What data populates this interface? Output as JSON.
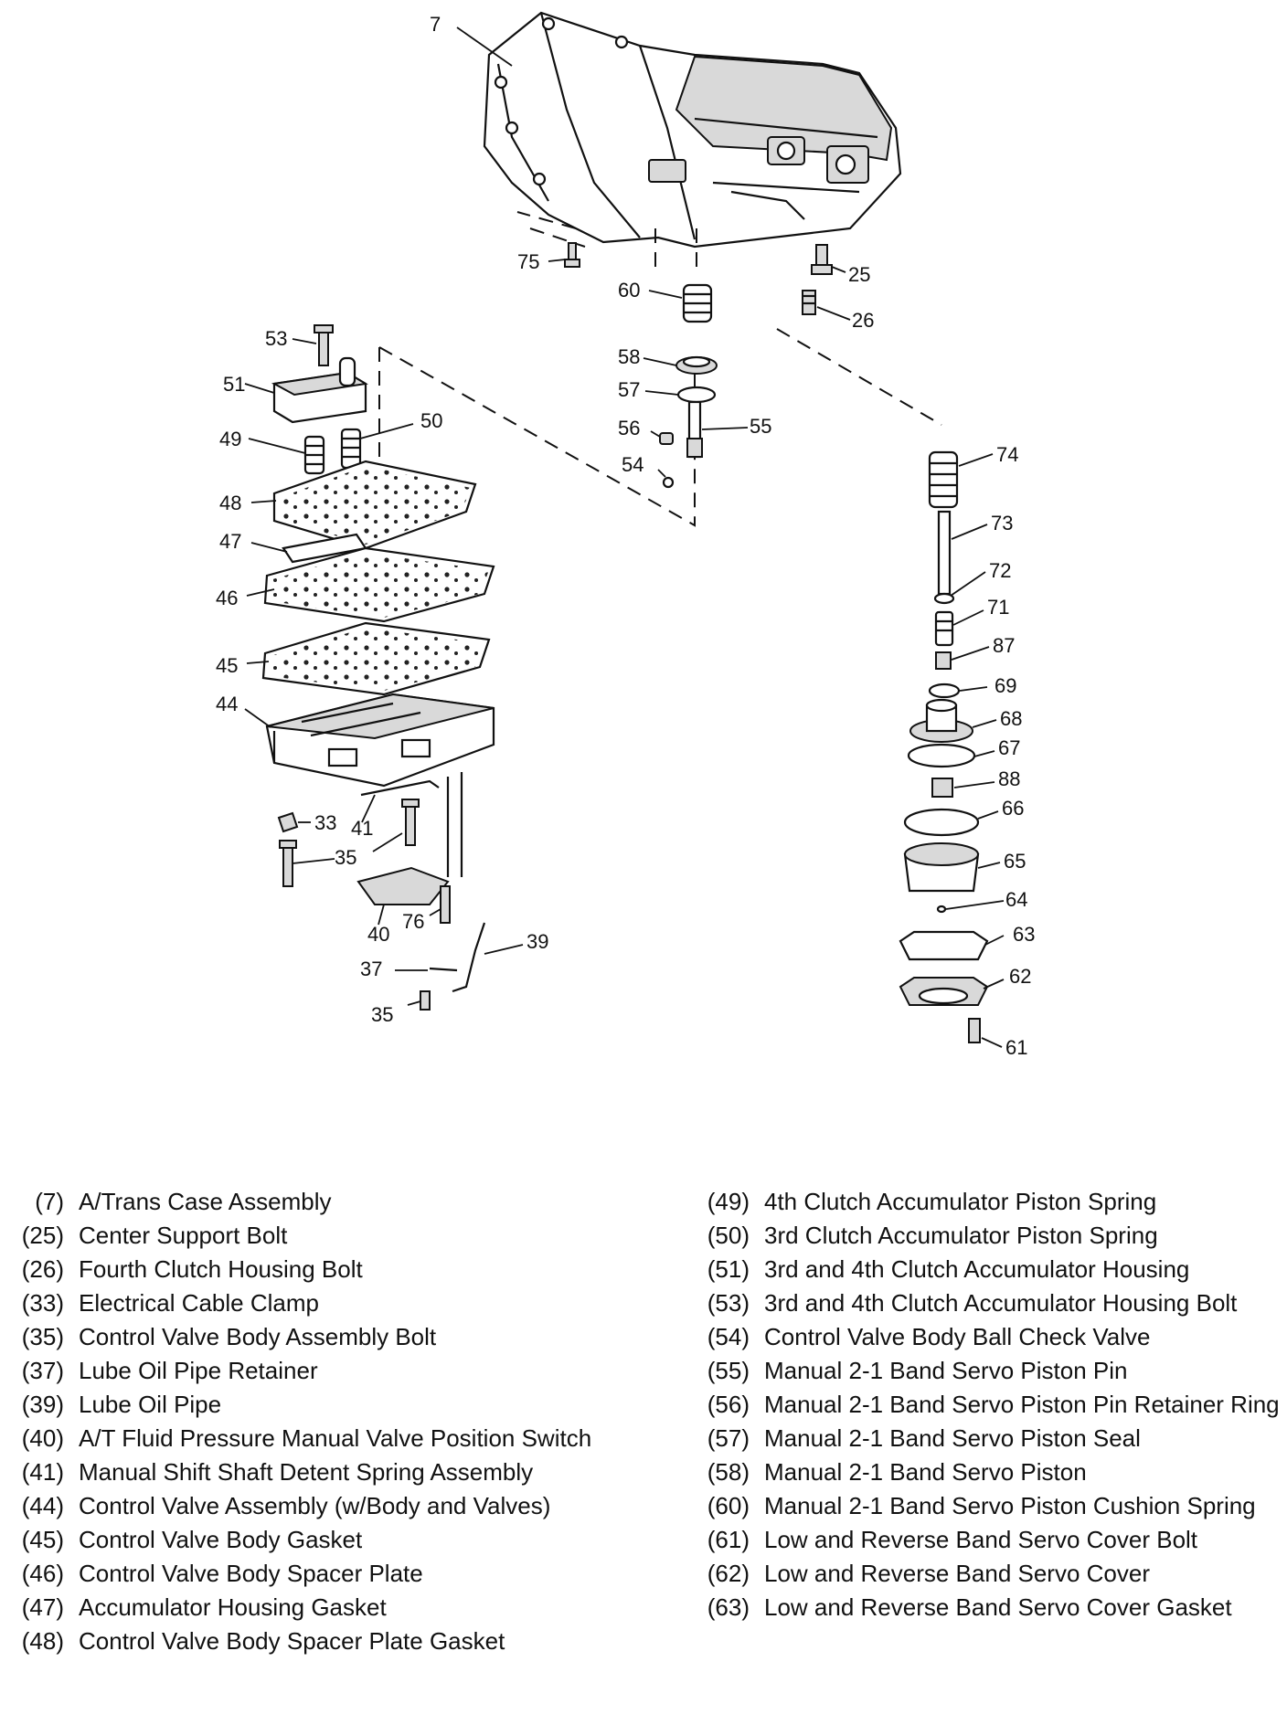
{
  "callouts": {
    "c7": "7",
    "c75": "75",
    "c60": "60",
    "c25": "25",
    "c26": "26",
    "c53": "53",
    "c58": "58",
    "c51": "51",
    "c57": "57",
    "c50": "50",
    "c56": "56",
    "c55": "55",
    "c49": "49",
    "c54": "54",
    "c74": "74",
    "c48": "48",
    "c73": "73",
    "c47": "47",
    "c72": "72",
    "c46": "46",
    "c71": "71",
    "c87": "87",
    "c69": "69",
    "c45": "45",
    "c68": "68",
    "c44": "44",
    "c67": "67",
    "c88": "88",
    "c66": "66",
    "c33": "33",
    "c41": "41",
    "c35a": "35",
    "c65": "65",
    "c64": "64",
    "c40": "40",
    "c76": "76",
    "c63": "63",
    "c39": "39",
    "c37": "37",
    "c62": "62",
    "c35b": "35",
    "c61": "61"
  },
  "legend_left": [
    {
      "num": "(7)",
      "text": "A/Trans Case Assembly"
    },
    {
      "num": "(25)",
      "text": "Center Support Bolt"
    },
    {
      "num": "(26)",
      "text": "Fourth Clutch Housing Bolt"
    },
    {
      "num": "(33)",
      "text": "Electrical Cable Clamp"
    },
    {
      "num": "(35)",
      "text": "Control Valve Body Assembly Bolt"
    },
    {
      "num": "(37)",
      "text": "Lube Oil Pipe Retainer"
    },
    {
      "num": "(39)",
      "text": "Lube Oil Pipe"
    },
    {
      "num": "(40)",
      "text": "A/T Fluid Pressure Manual Valve Position Switch"
    },
    {
      "num": "(41)",
      "text": "Manual Shift Shaft Detent Spring Assembly"
    },
    {
      "num": "(44)",
      "text": "Control Valve Assembly (w/Body and Valves)"
    },
    {
      "num": "(45)",
      "text": "Control Valve Body Gasket"
    },
    {
      "num": "(46)",
      "text": "Control Valve Body Spacer Plate"
    },
    {
      "num": "(47)",
      "text": "Accumulator Housing Gasket"
    },
    {
      "num": "(48)",
      "text": "Control Valve Body Spacer Plate Gasket"
    }
  ],
  "legend_right": [
    {
      "num": "(49)",
      "text": "4th Clutch Accumulator Piston Spring"
    },
    {
      "num": "(50)",
      "text": "3rd Clutch Accumulator Piston Spring"
    },
    {
      "num": "(51)",
      "text": "3rd and 4th Clutch Accumulator Housing"
    },
    {
      "num": "(53)",
      "text": "3rd and 4th Clutch Accumulator Housing Bolt"
    },
    {
      "num": "(54)",
      "text": "Control Valve Body Ball Check Valve"
    },
    {
      "num": "(55)",
      "text": "Manual 2-1 Band Servo Piston Pin"
    },
    {
      "num": "(56)",
      "text": "Manual 2-1 Band Servo Piston Pin Retainer Ring"
    },
    {
      "num": "(57)",
      "text": "Manual 2-1 Band Servo Piston Seal"
    },
    {
      "num": "(58)",
      "text": "Manual 2-1 Band Servo Piston"
    },
    {
      "num": "(60)",
      "text": "Manual 2-1 Band Servo Piston Cushion Spring"
    },
    {
      "num": "(61)",
      "text": "Low and Reverse Band Servo Cover Bolt"
    },
    {
      "num": "(62)",
      "text": "Low and Reverse Band Servo Cover"
    },
    {
      "num": "(63)",
      "text": "Low and Reverse Band Servo Cover Gasket"
    }
  ]
}
